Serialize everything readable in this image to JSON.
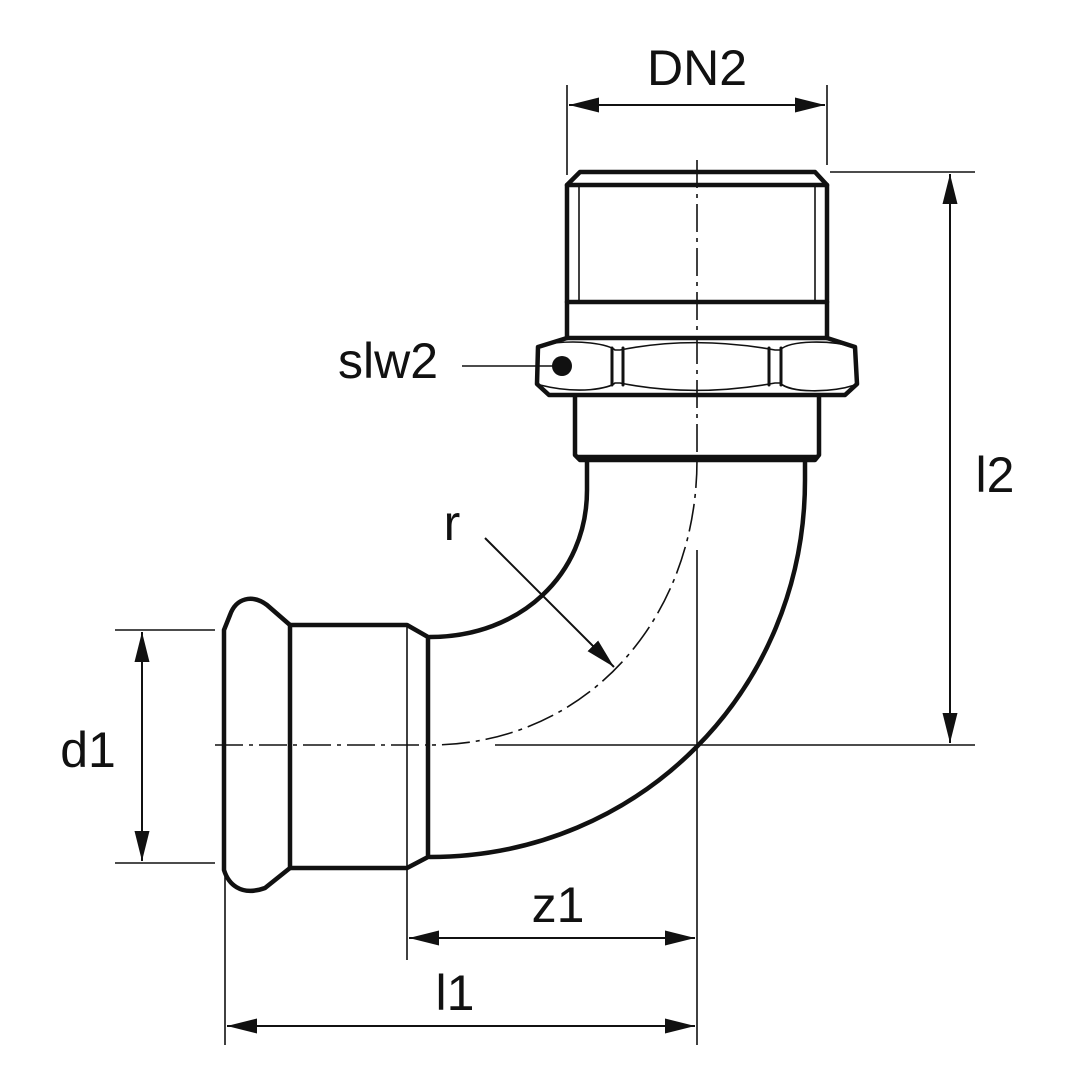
{
  "labels": {
    "dn2": "DN2",
    "l2": "l2",
    "slw2": "slw2",
    "r": "r",
    "d1": "d1",
    "z1": "z1",
    "l1": "l1"
  },
  "colors": {
    "line": "#111111",
    "background": "#ffffff"
  }
}
